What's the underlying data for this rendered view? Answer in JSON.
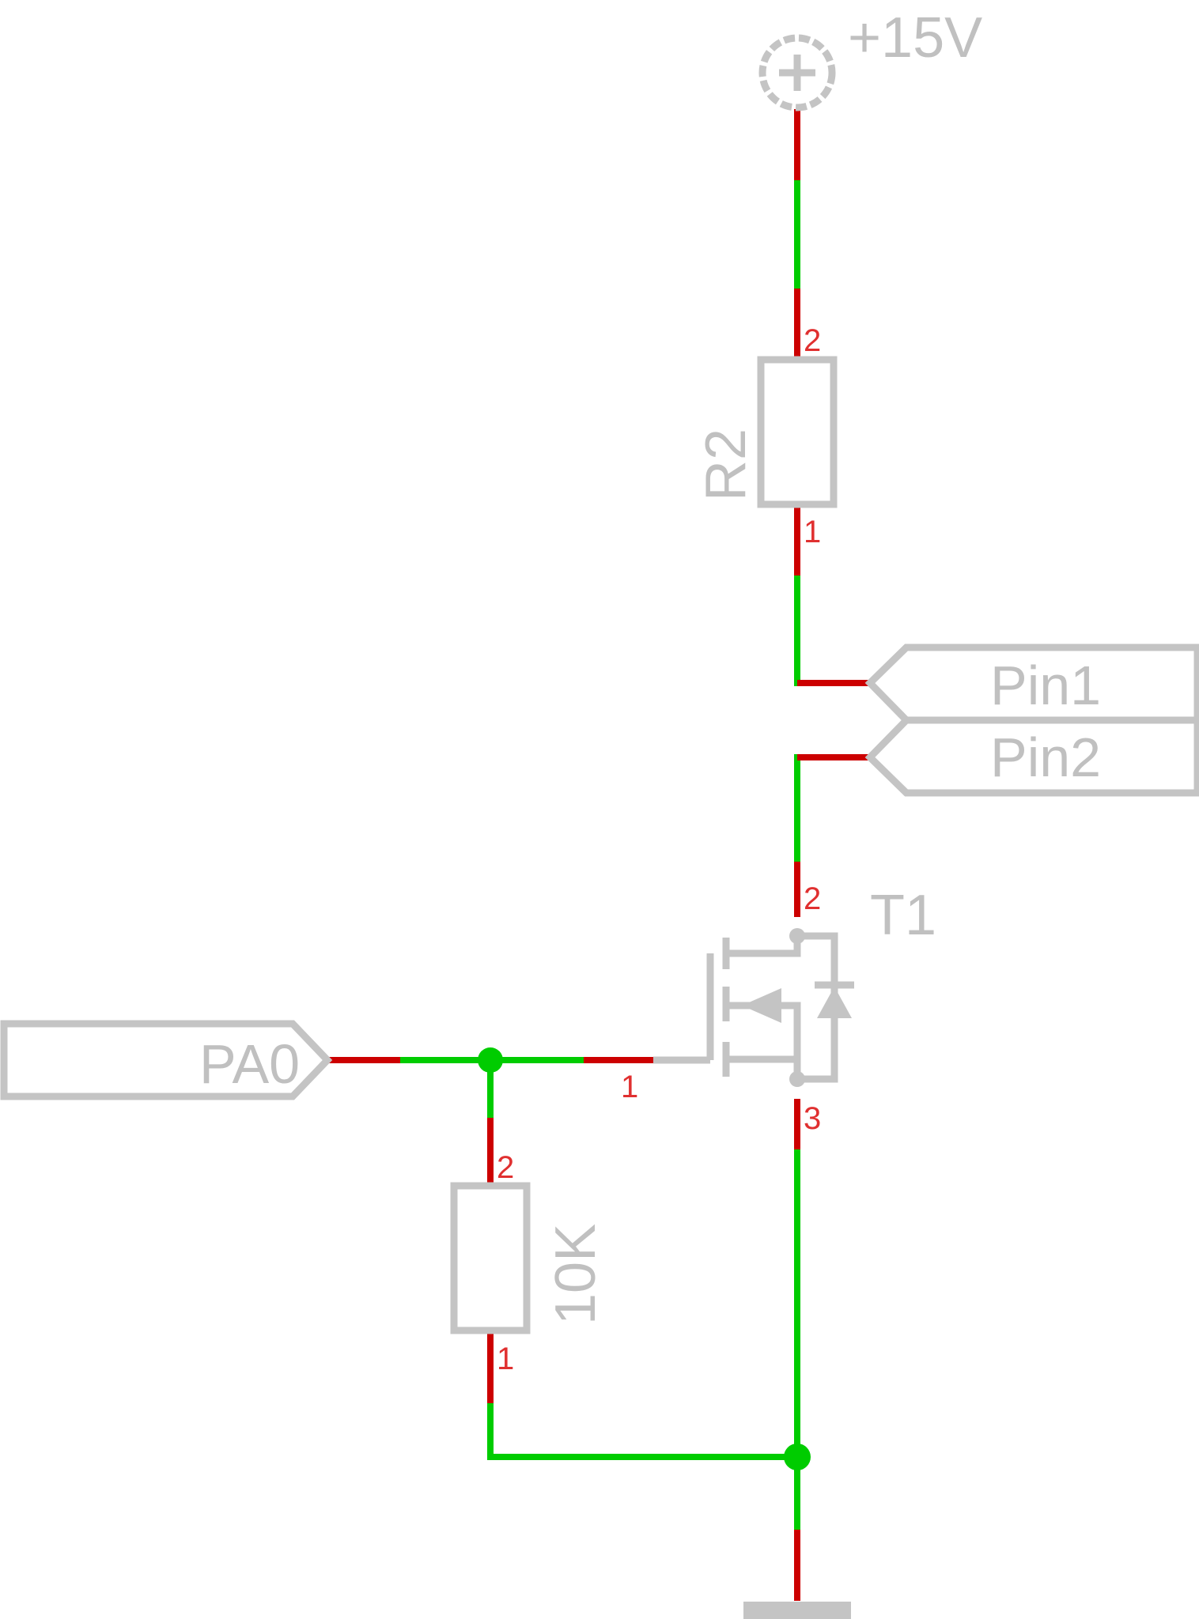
{
  "supply": {
    "label": "+15V"
  },
  "resistor_r2": {
    "name": "R2",
    "pin_top": "2",
    "pin_bottom": "1"
  },
  "resistor_pulldown": {
    "value": "10K",
    "pin_top": "2",
    "pin_bottom": "1"
  },
  "transistor": {
    "name": "T1",
    "pin_gate": "1",
    "pin_drain": "2",
    "pin_source": "3"
  },
  "ports": {
    "pin1": "Pin1",
    "pin2": "Pin2",
    "pa0": "PA0"
  },
  "colors": {
    "wire": "#00cc00",
    "pin_stub": "#cc0000",
    "symbol": "#c4c4c4",
    "pin_number": "#e03030",
    "junction": "#00cc00"
  }
}
